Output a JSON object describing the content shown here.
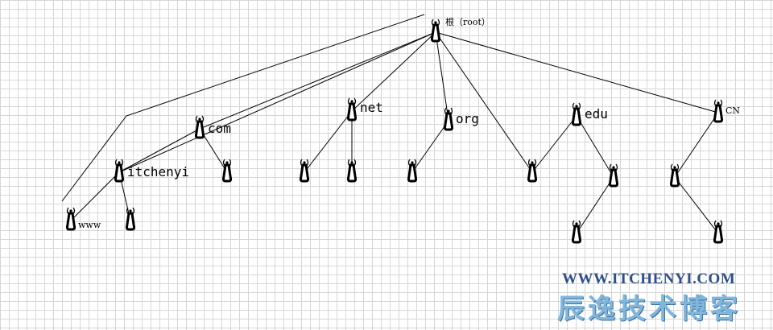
{
  "diagram": {
    "nodes": [
      {
        "id": "root",
        "label": "根（root）",
        "size": "small"
      },
      {
        "id": "com",
        "label": "com",
        "size": "big"
      },
      {
        "id": "itchenyi",
        "label": "itchenyi",
        "size": "big"
      },
      {
        "id": "www",
        "label": "www",
        "size": "small"
      },
      {
        "id": "itchenyi-child",
        "label": ""
      },
      {
        "id": "com-child",
        "label": ""
      },
      {
        "id": "net",
        "label": "net",
        "size": "big"
      },
      {
        "id": "net-child-1",
        "label": ""
      },
      {
        "id": "net-child-2",
        "label": ""
      },
      {
        "id": "org",
        "label": "org",
        "size": "big"
      },
      {
        "id": "org-child",
        "label": ""
      },
      {
        "id": "edu",
        "label": "edu",
        "size": "big"
      },
      {
        "id": "edu-child-1",
        "label": ""
      },
      {
        "id": "edu-child-2",
        "label": ""
      },
      {
        "id": "edu-grandchild",
        "label": ""
      },
      {
        "id": "cn",
        "label": "CN",
        "size": "small"
      },
      {
        "id": "cn-child-1",
        "label": ""
      },
      {
        "id": "cn-child-2",
        "label": ""
      }
    ],
    "edges": [
      [
        "root",
        "com"
      ],
      [
        "root",
        "itchenyi"
      ],
      [
        "root",
        "net"
      ],
      [
        "root",
        "org"
      ],
      [
        "root",
        "edu-child-1"
      ],
      [
        "root",
        "cn"
      ],
      [
        "com",
        "itchenyi"
      ],
      [
        "com",
        "com-child"
      ],
      [
        "itchenyi",
        "www"
      ],
      [
        "itchenyi",
        "itchenyi-child"
      ],
      [
        "net",
        "net-child-1"
      ],
      [
        "net",
        "net-child-2"
      ],
      [
        "org",
        "org-child"
      ],
      [
        "edu",
        "edu-child-1"
      ],
      [
        "edu",
        "edu-child-2"
      ],
      [
        "edu-child-2",
        "edu-grandchild"
      ],
      [
        "cn",
        "cn-child-1"
      ],
      [
        "cn-child-1",
        "cn-child-2"
      ]
    ]
  },
  "watermark": {
    "url": "WWW.ITCHENYI.COM",
    "brand": "辰逸技术博客"
  },
  "colors": {
    "grid": "#d6d6d6",
    "lines": "#000000",
    "watermark_url": "#2d4f8a",
    "watermark_brand": "#7fb6dc"
  }
}
